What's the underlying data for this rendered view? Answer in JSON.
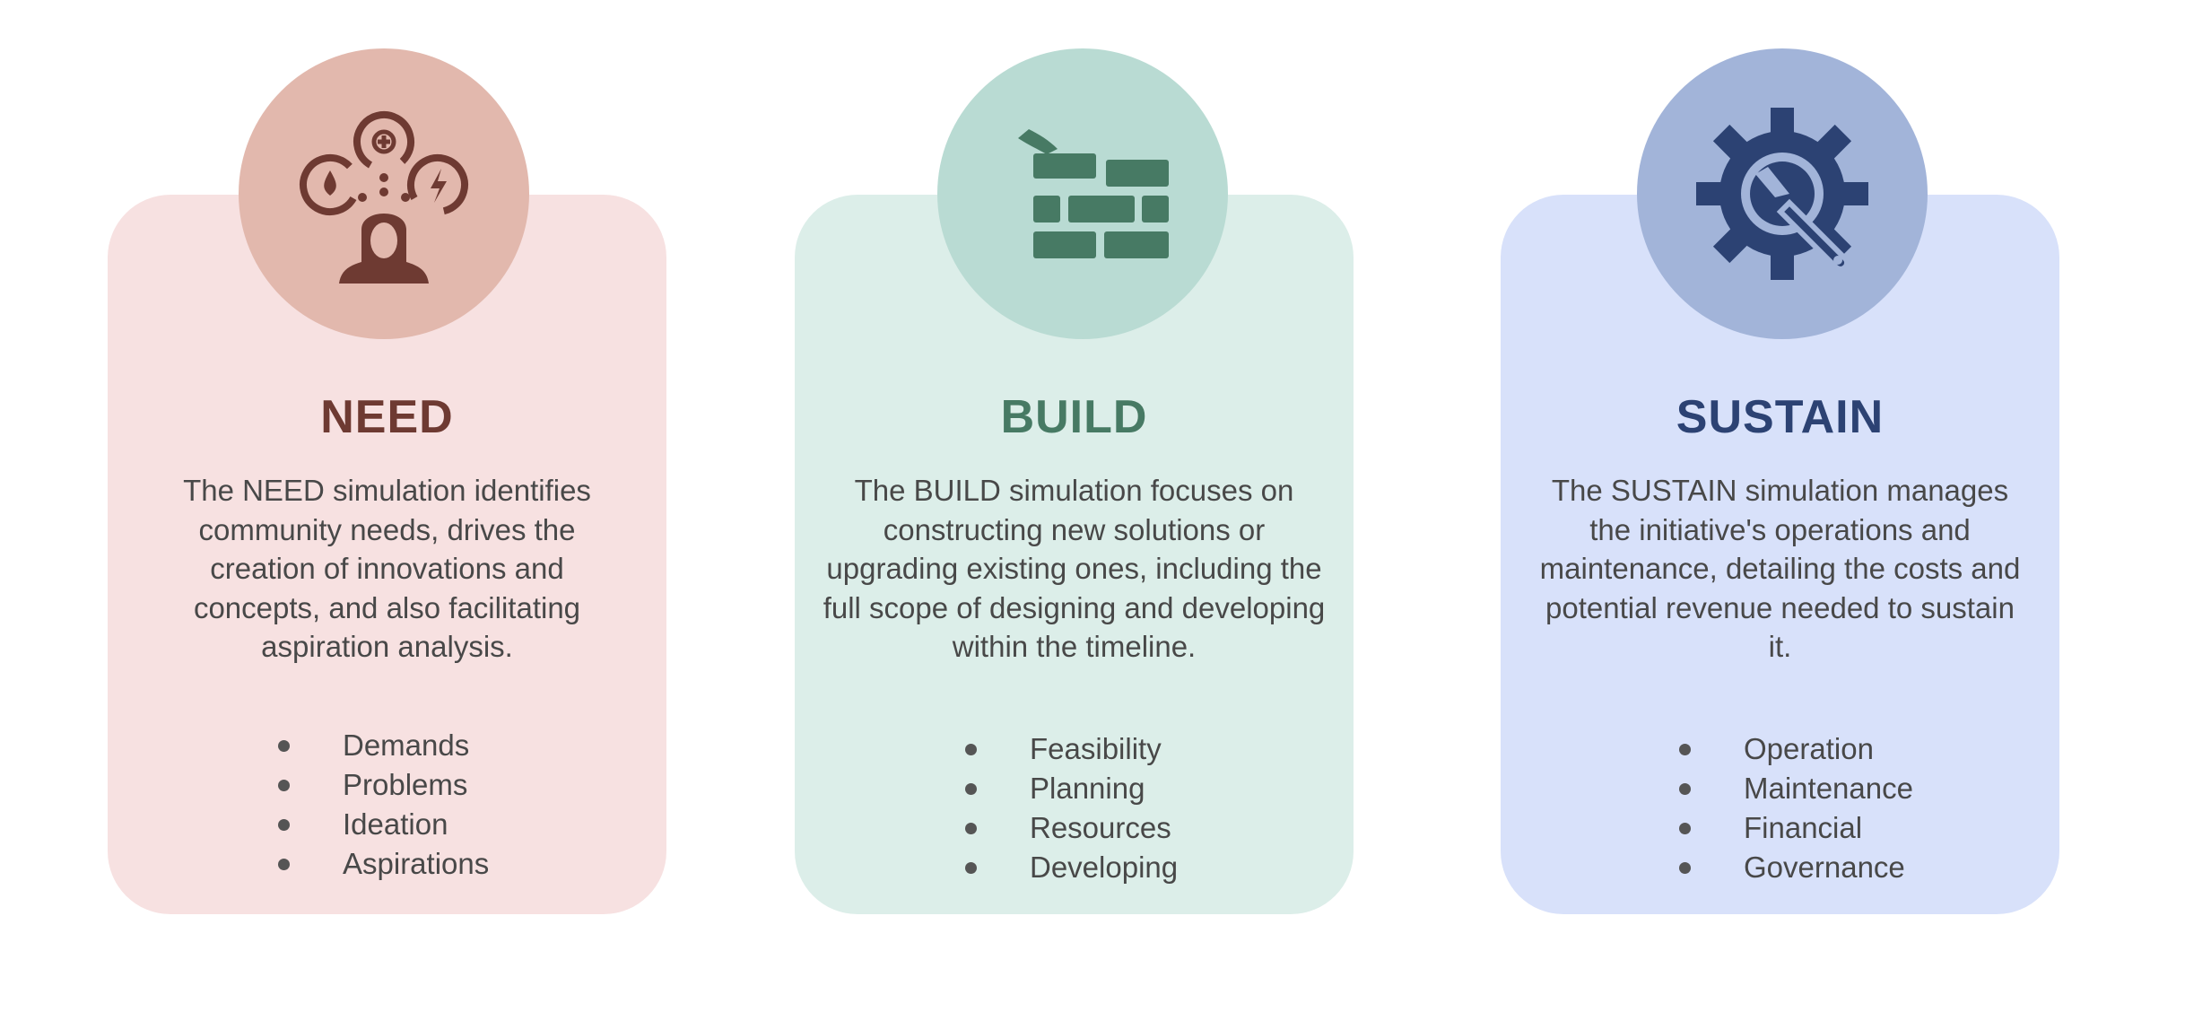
{
  "colors": {
    "need": {
      "card": "#f7e1e1",
      "circle": "#e2b8ad",
      "accent": "#6e3a32"
    },
    "build": {
      "card": "#dceee9",
      "circle": "#b9dbd3",
      "accent": "#477a64"
    },
    "sustain": {
      "card": "#d8e1fa",
      "circle": "#a2b4d9",
      "accent": "#2c4273"
    }
  },
  "cards": [
    {
      "icon": "person-needs-icon",
      "title": "NEED",
      "description": "The NEED simulation identifies community needs, drives the creation of innovations and concepts, and also facilitating aspiration analysis.",
      "items": [
        "Demands",
        "Problems",
        "Ideation",
        "Aspirations"
      ]
    },
    {
      "icon": "brick-wall-icon",
      "title": "BUILD",
      "description": "The BUILD simulation focuses on constructing new solutions or upgrading existing ones, including the full scope of designing and developing within the timeline.",
      "items": [
        "Feasibility",
        "Planning",
        "Resources",
        "Developing"
      ]
    },
    {
      "icon": "gear-wrench-icon",
      "title": "SUSTAIN",
      "description": "The SUSTAIN simulation manages the initiative's operations and maintenance, detailing the costs and potential revenue needed to sustain it.",
      "items": [
        "Operation",
        "Maintenance",
        "Financial",
        "Governance"
      ]
    }
  ]
}
